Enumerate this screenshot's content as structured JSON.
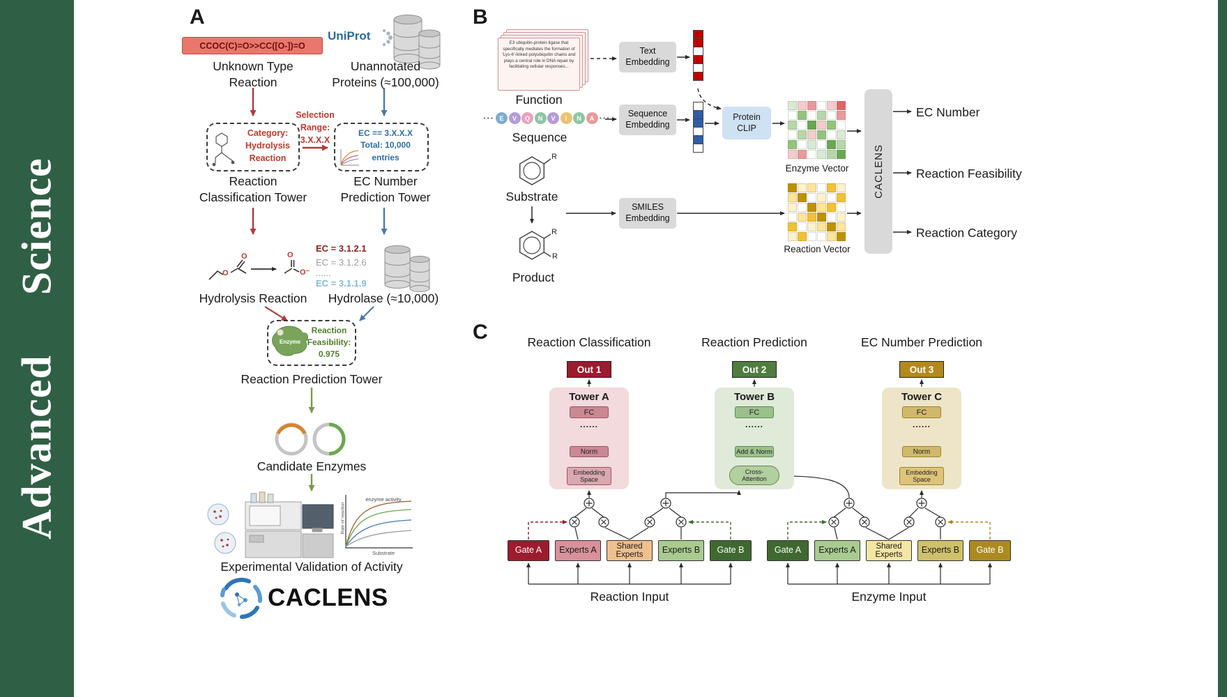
{
  "journal": {
    "name": "Advanced Science"
  },
  "palette": {
    "journal_green": "#2f6045",
    "red_accent": "#b03a3a",
    "blue_accent": "#4a7aa8",
    "green_accent": "#7a9a4a",
    "out1": "#9c1b2e",
    "out2": "#4f7d3f",
    "out3": "#b3891e"
  },
  "panelA": {
    "label": "A",
    "smiles_reaction": "CCOC(C)=O>>CC([O-])=O",
    "unknown_reaction": "Unknown Type\nReaction",
    "uniprot_logo": "UniProt",
    "unannotated_proteins": "Unannotated\nProteins (≈100,000)",
    "category_box": "Category:\nHydrolysis\nReaction",
    "selection_range": "Selection\nRange:\n3.X.X.X",
    "ec_box": "EC == 3.X.X.X\nTotal: 10,000\nentries",
    "classification_tower": "Reaction\nClassification Tower",
    "ec_prediction_tower": "EC Number\nPrediction Tower",
    "hydrolysis_reaction": "Hydrolysis Reaction",
    "ec_list": [
      "EC = 3.1.2.1",
      "EC = 3.1.2.6",
      "......",
      "EC = 3.1.1.9"
    ],
    "hydrolase": "Hydrolase (≈10,000)",
    "enzyme_blob_label": "Enzyme",
    "feasibility_box": "Reaction\nFeasibility:\n0.975",
    "reaction_prediction_tower": "Reaction Prediction Tower",
    "candidate_enzymes": "Candidate Enzymes",
    "activity_plot": {
      "title": "enzyme activity",
      "ylabel": "Rate of reaction",
      "xlabel": "Substrate"
    },
    "experimental_validation": "Experimental Validation of Activity",
    "caclens_logo_text": "CACLENS",
    "atoms": {
      "o": "O",
      "o_minus": "O⁻"
    }
  },
  "panelB": {
    "label": "B",
    "function_card_text": "E3 ubiquitin-protein ligase that specifically mediates the formation of 'Lys-6'-linked polyubiquitin chains and plays a central role in DNA repair by facilitating cellular responses...",
    "function_label": "Function",
    "text_embedding": "Text\nEmbedding",
    "sequence_ellipsis": "···",
    "sequence_residues": [
      {
        "t": "E",
        "c": "#7fabd1"
      },
      {
        "t": "V",
        "c": "#b49bd6"
      },
      {
        "t": "Q",
        "c": "#e8a3bd"
      },
      {
        "t": "N",
        "c": "#8cc6a5"
      },
      {
        "t": "V",
        "c": "#b49bd6"
      },
      {
        "t": "I",
        "c": "#eec170"
      },
      {
        "t": "N",
        "c": "#8cc6a5"
      },
      {
        "t": "A",
        "c": "#e89a9a"
      }
    ],
    "sequence_label": "Sequence",
    "sequence_embedding": "Sequence\nEmbedding",
    "protein_clip": "Protein\nCLIP",
    "enzyme_vector_label": "Enzyme Vector",
    "substrate_label": "Substrate",
    "product_label": "Product",
    "r_group": "R",
    "smiles_embedding": "SMILES\nEmbedding",
    "reaction_vector_label": "Reaction Vector",
    "caclens_block": "CACLENS",
    "output_labels": [
      "EC Number",
      "Reaction Feasibility",
      "Reaction Category"
    ],
    "text_embedding_vector": [
      "#c00000",
      "#c00000",
      "#ffffff",
      "#c00000",
      "#ffffff",
      "#c00000"
    ],
    "sequence_embedding_vector": [
      "#ffffff",
      "#2e5ea8",
      "#2e5ea8",
      "#ffffff",
      "#2e5ea8",
      "#ffffff"
    ],
    "enzyme_vector_matrix": [
      "#d9ead3",
      "#f4cccc",
      "#ea9999",
      "#ffffff",
      "#f4cccc",
      "#e06666",
      "#ffffff",
      "#93c47d",
      "#ffffff",
      "#b6d7a8",
      "#ffffff",
      "#ea9999",
      "#b6d7a8",
      "#ffffff",
      "#6aa84f",
      "#f4cccc",
      "#93c47d",
      "#ffffff",
      "#ffffff",
      "#b6d7a8",
      "#f4cccc",
      "#93c47d",
      "#ffffff",
      "#d9ead3",
      "#93c47d",
      "#ffffff",
      "#d9ead3",
      "#ffffff",
      "#6aa84f",
      "#b6d7a8",
      "#f4cccc",
      "#ea9999",
      "#ffffff",
      "#d9ead3",
      "#b6d7a8",
      "#6aa84f"
    ],
    "reaction_vector_matrix": [
      "#bf9000",
      "#fff2cc",
      "#ffe599",
      "#ffffff",
      "#f1c232",
      "#fff2cc",
      "#ffe599",
      "#bf9000",
      "#ffffff",
      "#fff2cc",
      "#ffffff",
      "#f1c232",
      "#fff2cc",
      "#ffffff",
      "#bf9000",
      "#ffe599",
      "#f1c232",
      "#ffffff",
      "#ffffff",
      "#ffe599",
      "#f1c232",
      "#bf9000",
      "#ffffff",
      "#fff2cc",
      "#f1c232",
      "#ffffff",
      "#fff2cc",
      "#ffe599",
      "#bf9000",
      "#ffe599",
      "#fff2cc",
      "#f1c232",
      "#ffffff",
      "#ffffff",
      "#ffe599",
      "#bf9000"
    ]
  },
  "panelC": {
    "label": "C",
    "headers": [
      "Reaction Classification",
      "Reaction Prediction",
      "EC Number Prediction"
    ],
    "outputs": [
      "Out 1",
      "Out 2",
      "Out 3"
    ],
    "tower_a": {
      "title": "Tower A",
      "fc": "FC",
      "dots": "......",
      "norm": "Norm",
      "embedding": "Embedding\nSpace"
    },
    "tower_b": {
      "title": "Tower B",
      "fc": "FC",
      "dots": "......",
      "add_norm": "Add & Norm",
      "cross_attention": "Cross-\nAttention"
    },
    "tower_c": {
      "title": "Tower C",
      "fc": "FC",
      "dots": "......",
      "norm": "Norm",
      "embedding": "Embedding\nSpace"
    },
    "reaction_moe": {
      "gate_a": "Gate A",
      "experts_a": "Experts A",
      "shared_experts": "Shared\nExperts",
      "experts_b": "Experts B",
      "gate_b": "Gate B",
      "input_label": "Reaction Input"
    },
    "enzyme_moe": {
      "gate_a": "Gate A",
      "experts_a": "Experts A",
      "shared_experts": "Shared\nExperts",
      "experts_b": "Experts B",
      "gate_b": "Gate B",
      "input_label": "Enzyme Input"
    }
  }
}
